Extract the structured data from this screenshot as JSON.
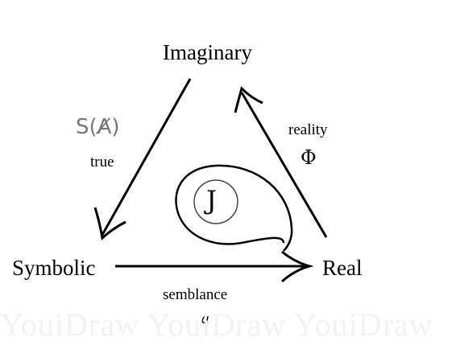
{
  "nodes": {
    "imaginary": "Imaginary",
    "symbolic": "Symbolic",
    "real": "Real"
  },
  "edges": {
    "left": {
      "symbol": "S(A̸)",
      "label": "true"
    },
    "right": {
      "label": "reality",
      "symbol": "Φ"
    },
    "bottom": {
      "label": "semblance",
      "symbol": "a"
    }
  },
  "center": {
    "symbol": "J"
  },
  "watermark": "YouiDraw YouiDraw YouiDraw"
}
